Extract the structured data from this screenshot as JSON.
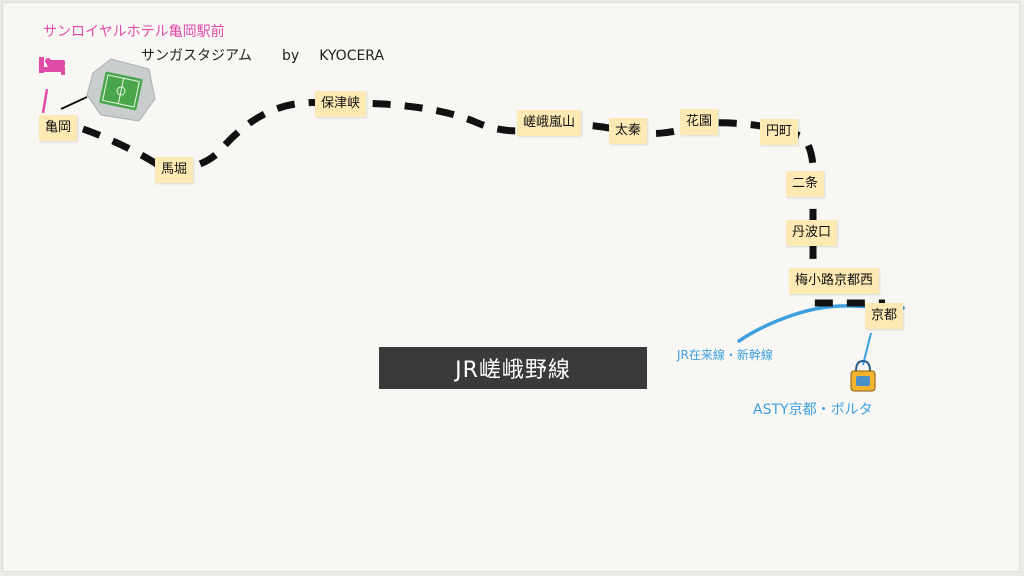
{
  "map": {
    "title": "JR嵯峨野線",
    "hotel": {
      "name": "サンロイヤルホテル亀岡駅前",
      "icon": "bed-icon",
      "color": "#e04ba8"
    },
    "stadium": {
      "name": "サンガスタジアム",
      "by": "by",
      "sponsor": "KYOCERA",
      "icon": "stadium-icon"
    },
    "stations": [
      "亀岡",
      "馬堀",
      "保津峡",
      "嵯峨嵐山",
      "太秦",
      "花園",
      "円町",
      "二条",
      "丹波口",
      "梅小路京都西",
      "京都"
    ],
    "connections": {
      "jr_lines": {
        "label": "JR在来線・新幹線",
        "color": "#3b9fe0"
      },
      "shopping": {
        "label": "ASTY京都・ポルタ",
        "icon": "shopping-bag-icon",
        "color": "#3b9fe0"
      }
    },
    "route_color": "#111111",
    "station_fill": "#fde9b3"
  }
}
